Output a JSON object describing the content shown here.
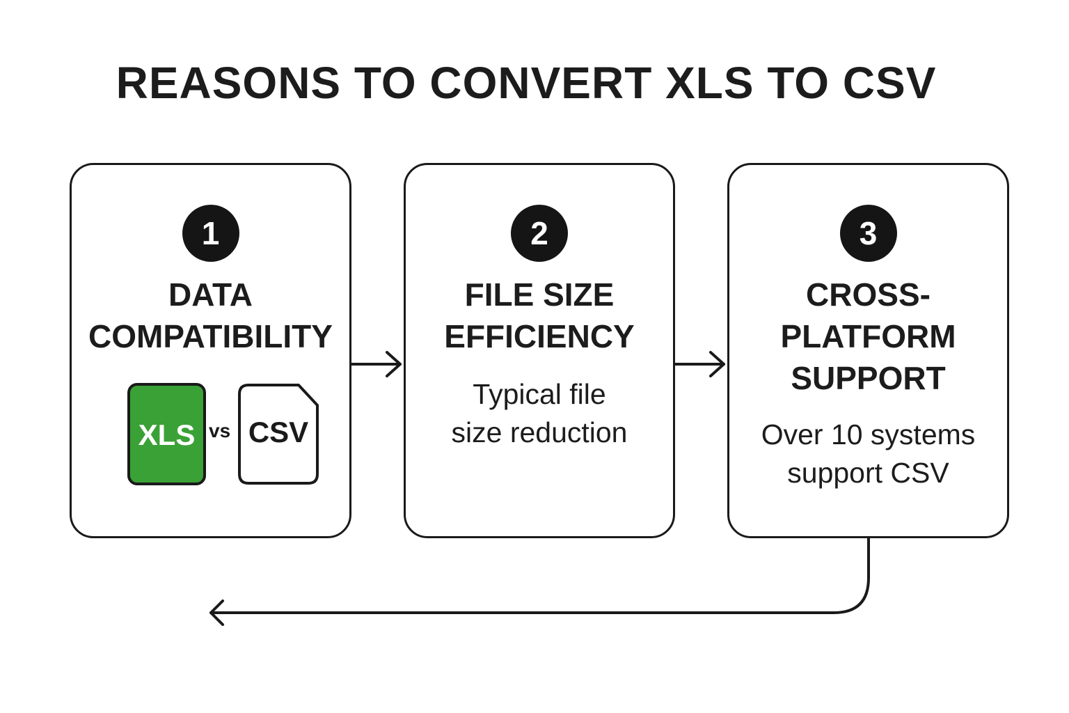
{
  "title": "REASONS TO CONVERT XLS TO CSV",
  "steps": [
    {
      "number": "1",
      "title": "DATA\nCOMPATIBILITY",
      "illustration": {
        "left_file": "XLS",
        "separator": "vs",
        "right_file": "CSV",
        "left_color": "#3aa136"
      }
    },
    {
      "number": "2",
      "title": "FILE SIZE\nEFFICIENCY",
      "description": "Typical file\nsize reduction"
    },
    {
      "number": "3",
      "title": "CROSS-\nPLATFORM\nSUPPORT",
      "description": "Over 10 systems\nsupport CSV"
    }
  ],
  "connectors": [
    {
      "from": "step-1",
      "to": "step-2",
      "icon": "arrow-right-icon"
    },
    {
      "from": "step-2",
      "to": "step-3",
      "icon": "arrow-right-icon"
    },
    {
      "from": "step-3",
      "to": "loop-back",
      "icon": "arrow-left-icon"
    }
  ]
}
